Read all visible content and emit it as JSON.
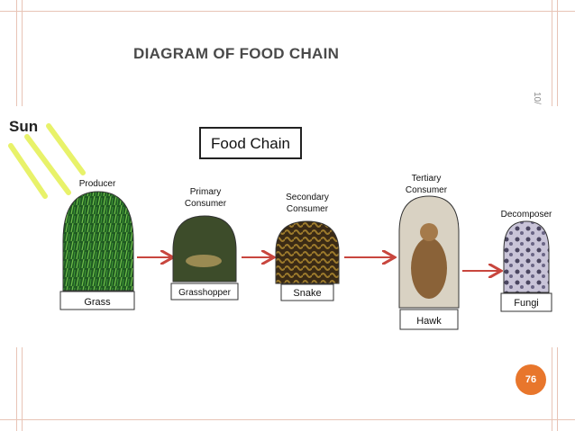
{
  "slide": {
    "title": "Diagram of Food Chain",
    "date_fragment": "10/",
    "page_number": "76"
  },
  "diagram": {
    "sun_label": "Sun",
    "chain_title": "Food Chain",
    "stages": [
      {
        "role": "Producer",
        "organism": "Grass"
      },
      {
        "role": "Primary\nConsumer",
        "organism": "Grasshopper"
      },
      {
        "role": "Secondary\nConsumer",
        "organism": "Snake"
      },
      {
        "role": "Tertiary\nConsumer",
        "organism": "Hawk"
      },
      {
        "role": "Decomposer",
        "organism": "Fungi"
      }
    ]
  },
  "colors": {
    "accent": "#e8762c",
    "frame": "#e8c4b6",
    "arrow": "#c8463e",
    "sun_rays": "#e8f26a"
  }
}
